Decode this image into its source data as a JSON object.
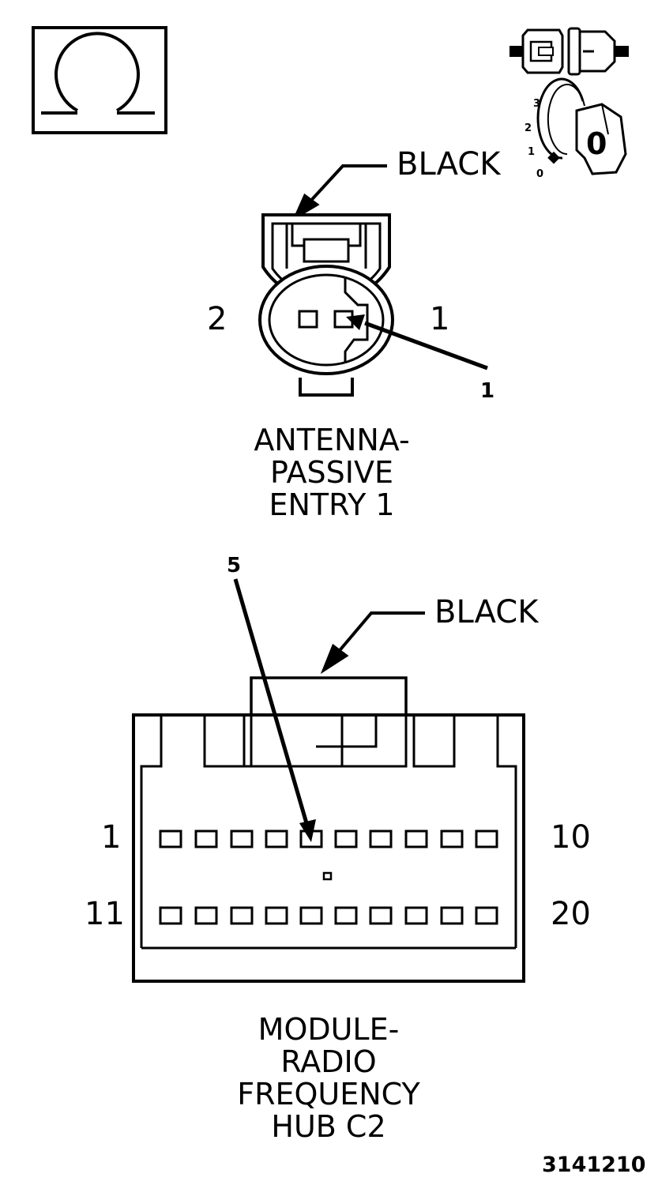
{
  "top_connector": {
    "color_label": "BLACK",
    "pin_left": "2",
    "pin_right": "1",
    "callout": "1",
    "title_lines": [
      "ANTENNA-",
      "PASSIVE",
      "ENTRY 1"
    ]
  },
  "bottom_connector": {
    "callout": "5",
    "color_label": "BLACK",
    "row1_left": "1",
    "row1_right": "10",
    "row2_left": "11",
    "row2_right": "20",
    "title_lines": [
      "MODULE-",
      "RADIO",
      "FREQUENCY",
      "HUB C2"
    ]
  },
  "ignition_key": {
    "positions": [
      "3",
      "2",
      "1",
      "0"
    ],
    "key_label": "0"
  },
  "figure_number": "3141210",
  "icons": [
    "ohm-meter-icon",
    "connector-disconnected-icon",
    "ignition-key-off-icon"
  ]
}
